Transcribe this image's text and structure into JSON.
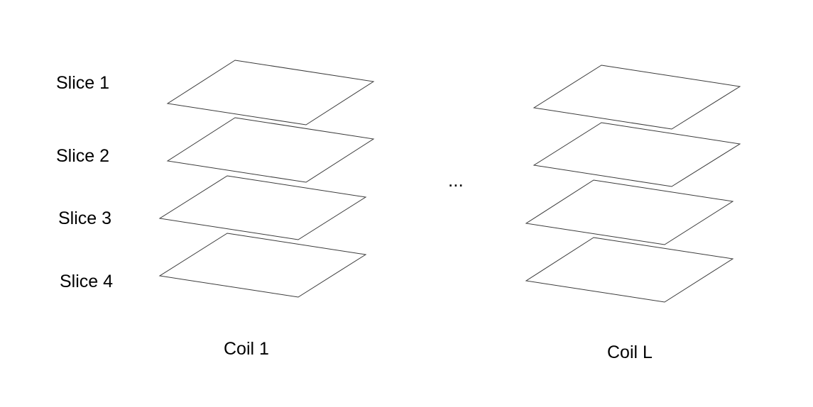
{
  "slices": {
    "labels": [
      "Slice 1",
      "Slice 2",
      "Slice 3",
      "Slice 4"
    ]
  },
  "coils": [
    {
      "label": "Coil 1"
    },
    {
      "label": "Coil L"
    }
  ],
  "ellipsis": "...",
  "colors": {
    "stroke": "#3a3a3a",
    "fill": "#ffffff",
    "text": "#000000"
  }
}
